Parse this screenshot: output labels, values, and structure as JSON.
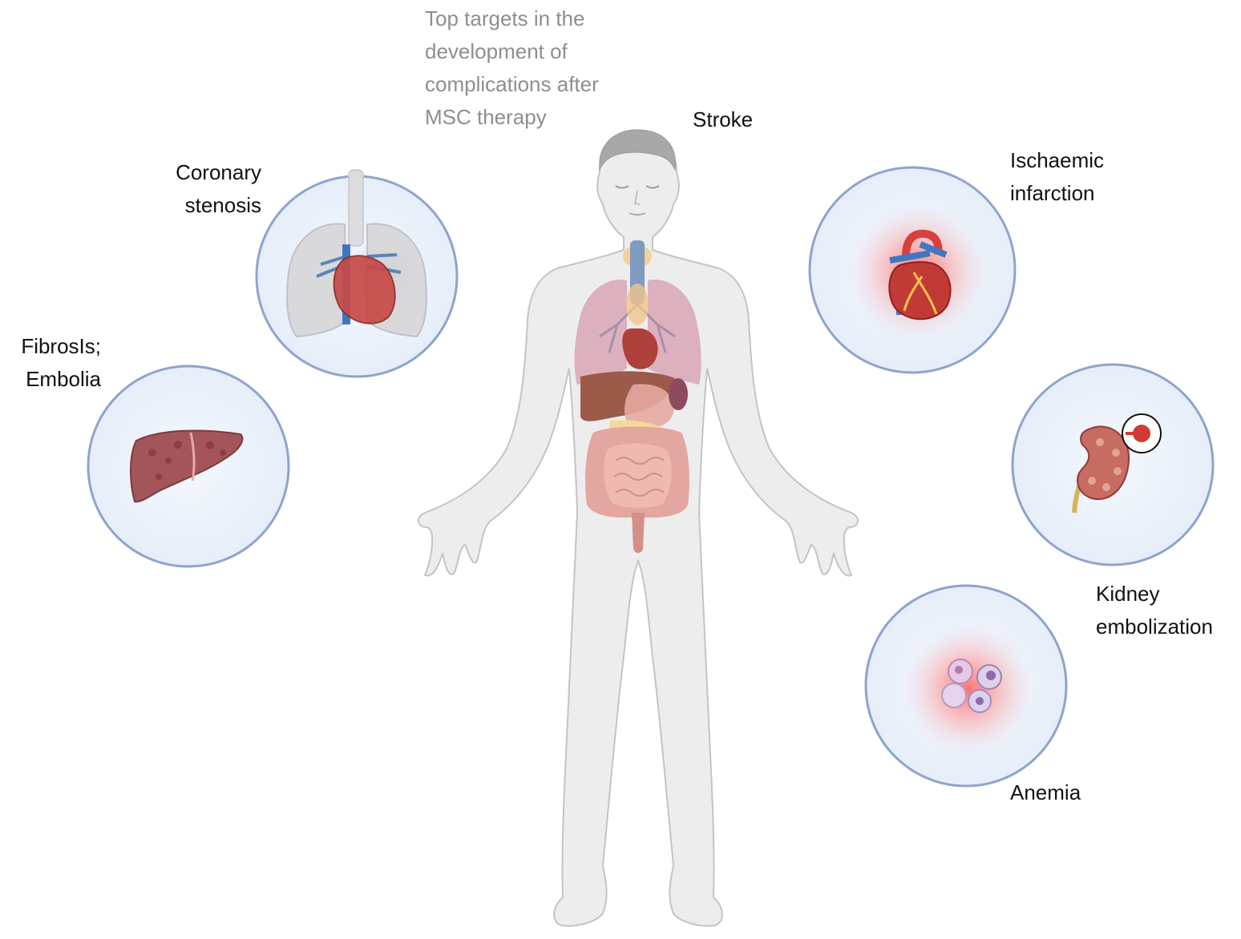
{
  "title": {
    "lines": [
      "Top targets in the",
      "development of",
      "complications after",
      "MSC therapy"
    ]
  },
  "labels": {
    "stroke": [
      "Stroke"
    ],
    "coronary_stenosis": [
      "Coronary",
      "stenosis"
    ],
    "fibrosis_embolia": [
      "FibrosIs;",
      "Embolia"
    ],
    "ischaemic_infarction": [
      "Ischaemic",
      "infarction"
    ],
    "kidney_embolization": [
      "Kidney",
      "embolization"
    ],
    "anemia": [
      "Anemia"
    ]
  },
  "colors": {
    "circle_border": "#8fa3cc",
    "circle_fill": "#edf3fb",
    "inflammation_glow": "#ff6f6f",
    "body_fill": "#ededed",
    "body_outline": "#c4c4c4",
    "title_text": "#8e8e8e",
    "label_text": "#111111"
  }
}
